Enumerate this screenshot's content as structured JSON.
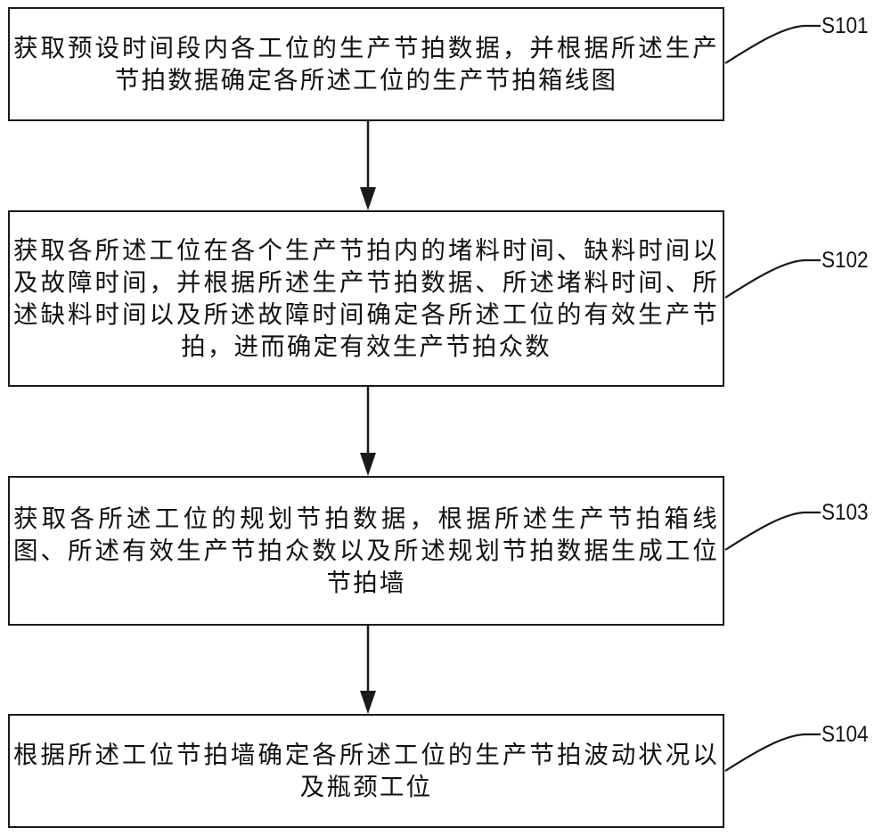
{
  "diagram": {
    "type": "flowchart",
    "steps": [
      {
        "id": "S101",
        "label": "S101",
        "text": "获取预设时间段内各工位的生产节拍数据，并根据所述生产节拍数据确定各所述工位的生产节拍箱线图"
      },
      {
        "id": "S102",
        "label": "S102",
        "text": "获取各所述工位在各个生产节拍内的堵料时间、缺料时间以及故障时间，并根据所述生产节拍数据、所述堵料时间、所述缺料时间以及所述故障时间确定各所述工位的有效生产节拍，进而确定有效生产节拍众数"
      },
      {
        "id": "S103",
        "label": "S103",
        "text": "获取各所述工位的规划节拍数据，根据所述生产节拍箱线图、所述有效生产节拍众数以及所述规划节拍数据生成工位节拍墙"
      },
      {
        "id": "S104",
        "label": "S104",
        "text": "根据所述工位节拍墙确定各所述工位的生产节拍波动状况以及瓶颈工位"
      }
    ],
    "edges": [
      {
        "from": "S101",
        "to": "S102"
      },
      {
        "from": "S102",
        "to": "S103"
      },
      {
        "from": "S103",
        "to": "S104"
      }
    ],
    "colors": {
      "stroke": "#1a1a1a",
      "background": "#ffffff"
    }
  }
}
